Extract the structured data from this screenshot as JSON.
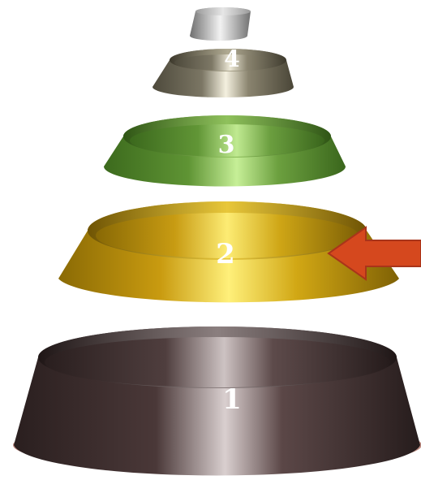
{
  "tiers": [
    {
      "label": "1",
      "color": "#3a2a2a",
      "highlight": "#d9cfcf"
    },
    {
      "label": "2",
      "color": "#c79a10",
      "highlight": "#fff07a"
    },
    {
      "label": "3",
      "color": "#5f9434",
      "highlight": "#c6ef97"
    },
    {
      "label": "4",
      "color": "#6b6655",
      "highlight": "#f4f0df"
    },
    {
      "label": "",
      "color": "#8c8c8c",
      "highlight": "#f2f2f2"
    }
  ],
  "arrow": {
    "points_to": "2",
    "color": "#d5481e"
  }
}
